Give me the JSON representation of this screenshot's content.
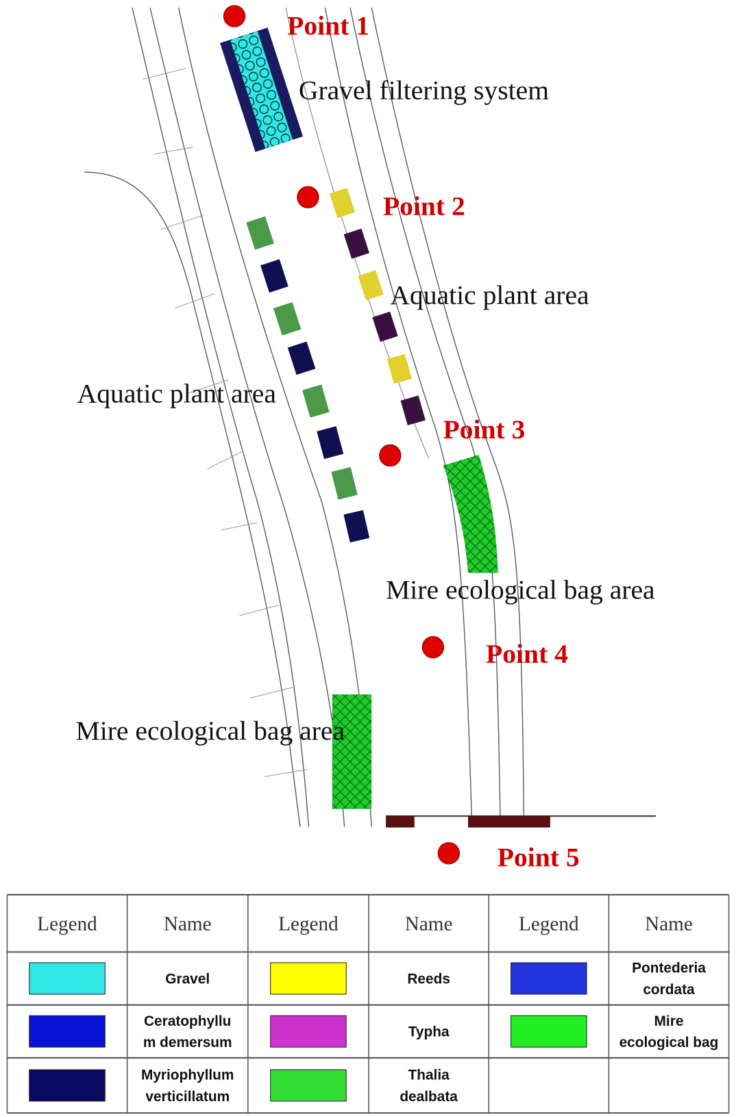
{
  "map": {
    "points": [
      {
        "label": "Point 1"
      },
      {
        "label": "Point 2"
      },
      {
        "label": "Point 3"
      },
      {
        "label": "Point 4"
      },
      {
        "label": "Point 5"
      }
    ],
    "areas": {
      "gravel_filter": "Gravel filtering system",
      "aquatic_right": "Aquatic plant area",
      "aquatic_left": "Aquatic plant area",
      "mire_right": "Mire ecological bag area",
      "mire_left": "Mire ecological bag area"
    },
    "colors": {
      "point": "#e00000",
      "label_red": "#d00000"
    }
  },
  "legend": {
    "headers": [
      "Legend",
      "Name",
      "Legend",
      "Name",
      "Legend",
      "Name"
    ],
    "items": [
      {
        "name": [
          "Gravel"
        ],
        "color": "#33e6e6"
      },
      {
        "name": [
          "Reeds"
        ],
        "color": "#ffff00"
      },
      {
        "name": [
          "Pontederia",
          "cordata"
        ],
        "color": "#2233dd"
      },
      {
        "name": [
          "Ceratophyllu",
          "m demersum"
        ],
        "color": "#0a14d8"
      },
      {
        "name": [
          "Typha"
        ],
        "color": "#cc33cc"
      },
      {
        "name": [
          "Mire",
          "ecological bag"
        ],
        "color": "#22ee22"
      },
      {
        "name": [
          "Myriophyllum",
          "verticillatum"
        ],
        "color": "#0a0a60"
      },
      {
        "name": [
          "Thalia",
          "dealbata"
        ],
        "color": "#33dd33"
      }
    ]
  }
}
